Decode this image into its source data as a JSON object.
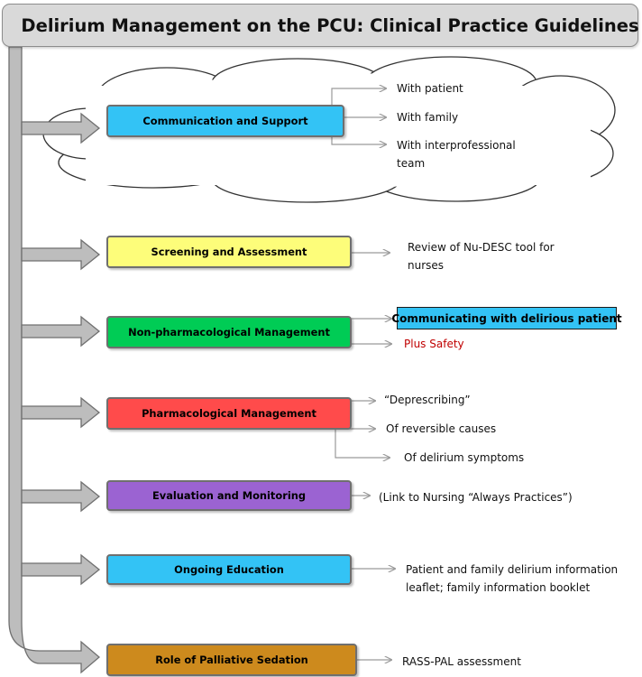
{
  "title": "Delirium Management on the PCU: Clinical Practice Guidelines",
  "colors": {
    "communication": "#33c3f5",
    "screening": "#fdfd7a",
    "nonpharm": "#00cc55",
    "pharm": "#ff4b4b",
    "evaluation": "#9b63d2",
    "education": "#33c3f5",
    "sedation": "#cd8a1d",
    "title_bar": "#d9d9d9",
    "highlight": "#33c3f5",
    "safety_text": "#c00000"
  },
  "steps": [
    {
      "id": "communication",
      "label": "Communication and Support",
      "outcomes": [
        "With patient",
        "With family",
        "With interprofessional",
        "team"
      ]
    },
    {
      "id": "screening",
      "label": "Screening and Assessment",
      "outcomes": [
        "Review of Nu-DESC tool for",
        "nurses"
      ]
    },
    {
      "id": "nonpharm",
      "label": "Non-pharmacological Management",
      "outcomes": [
        "Communicating with delirious patient",
        "Plus Safety"
      ]
    },
    {
      "id": "pharm",
      "label": "Pharmacological Management",
      "outcomes": [
        "“Deprescribing”",
        "Of reversible causes",
        "Of delirium symptoms"
      ]
    },
    {
      "id": "evaluation",
      "label": "Evaluation and Monitoring",
      "outcomes": [
        "(Link to Nursing “Always Practices”)"
      ]
    },
    {
      "id": "education",
      "label": "Ongoing Education",
      "outcomes": [
        "Patient and family delirium information",
        "leaflet; family information booklet"
      ]
    },
    {
      "id": "sedation",
      "label": "Role of Palliative Sedation",
      "outcomes": [
        "RASS-PAL assessment"
      ]
    }
  ]
}
